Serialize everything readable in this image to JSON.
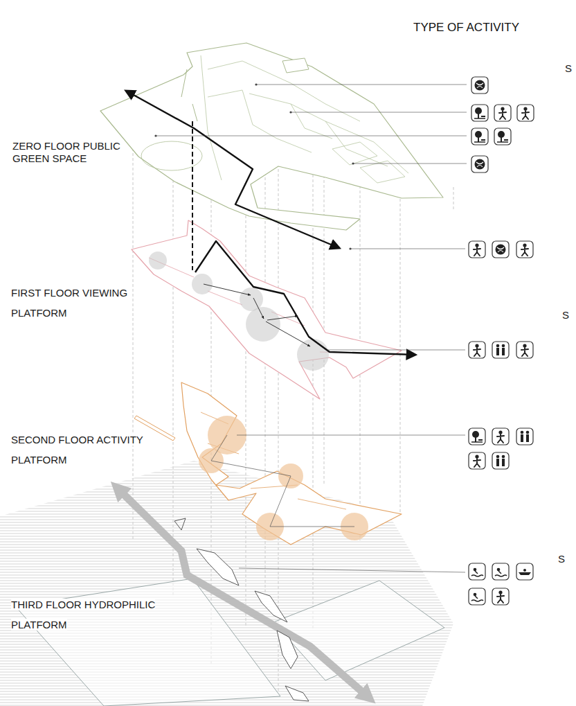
{
  "diagram": {
    "title": "TYPE OF ACTIVITY",
    "labels": [
      "ZERO FLOOR PUBLIC GREEN SPACE",
      "FIRST FLOOR VIEWING PLATFORM",
      "SECOND FLOOR ACTIVITY PLATFORM",
      "THIRD FLOOR HYDROPHILIC PLATFORM",
      "S",
      "S",
      "S"
    ]
  }
}
